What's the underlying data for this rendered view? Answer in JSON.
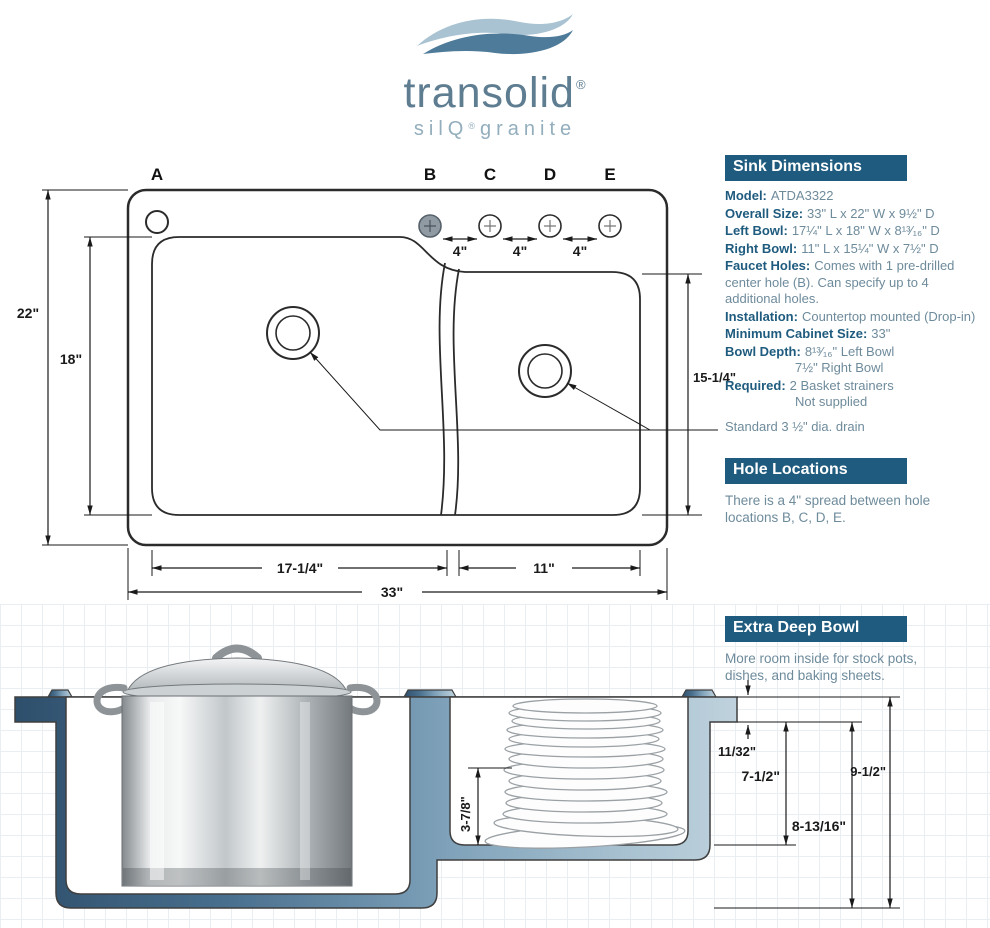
{
  "logo": {
    "name": "transolid",
    "reg": "®",
    "tagline_left": "silQ",
    "tagline_reg": "®",
    "tagline_right": "granite"
  },
  "sink_dimensions": {
    "title": "Sink Dimensions",
    "rows": [
      {
        "label": "Model:",
        "value": "ATDA3322"
      },
      {
        "label": "Overall Size:",
        "value": "33\" L x 22\" W x 9½\" D"
      },
      {
        "label": "Left Bowl:",
        "value": "17¼\" L x 18\" W x 8¹³⁄₁₆\" D"
      },
      {
        "label": "Right Bowl:",
        "value": "11\" L x 15¼\" W x 7½\" D"
      },
      {
        "label": "Faucet Holes:",
        "value": "Comes with 1 pre-drilled center hole (B).  Can specify up to 4 additional holes."
      },
      {
        "label": "Installation:",
        "value": "Countertop mounted (Drop-in)"
      },
      {
        "label": "Minimum Cabinet Size:",
        "value": "33\""
      },
      {
        "label": "Bowl Depth:",
        "value": "8¹³⁄₁₆\" Left Bowl",
        "value2": "7½\" Right Bowl"
      },
      {
        "label": "Required:",
        "value": "2 Basket strainers",
        "value2": "Not supplied"
      }
    ]
  },
  "hole_locations": {
    "title": "Hole Locations",
    "body": "There is a 4\" spread between hole locations B, C, D, E."
  },
  "extra_deep_bowl": {
    "title": "Extra Deep Bowl",
    "body": "More room inside for stock pots, dishes, and baking sheets."
  },
  "top_view": {
    "labels": {
      "a": "A",
      "b": "B",
      "c": "C",
      "d": "D",
      "e": "E"
    },
    "dims": {
      "overall_h": "22\"",
      "bowl_h": "18\"",
      "spread1": "4\"",
      "spread2": "4\"",
      "spread3": "4\"",
      "right_bowl_h": "15-1/4\"",
      "left_bowl_w": "17-1/4\"",
      "right_bowl_w": "11\"",
      "overall_w": "33\""
    },
    "drain_note": "Standard 3 ½\" dia. drain"
  },
  "section_view": {
    "dims": {
      "rim_thickness": "11/32\"",
      "right_bowl_depth": "7-1/2\"",
      "overall_depth": "9-1/2\"",
      "left_bowl_depth": "8-13/16\"",
      "stack_height": "3-7/8\""
    }
  },
  "colors": {
    "accent": "#1e5b7e",
    "value_text": "#6e8b9c",
    "wave_light": "#a9c3d2",
    "wave_dark": "#4e7b99"
  }
}
